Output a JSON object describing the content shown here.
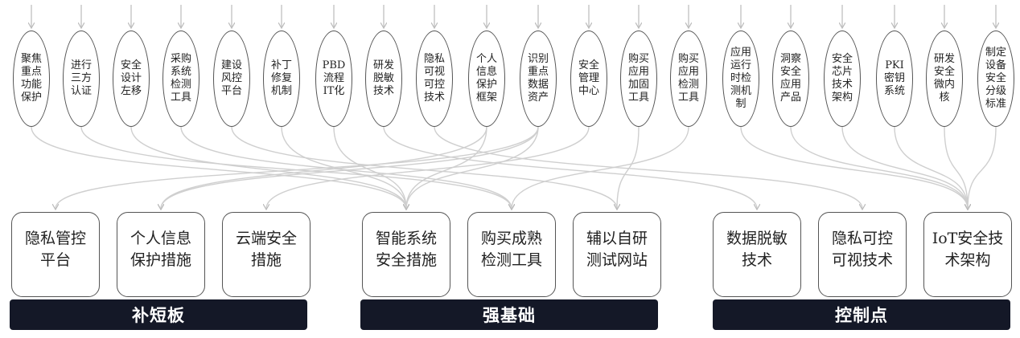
{
  "measures": [
    "聚焦重点功能保护",
    "进行三方认证",
    "安全设计左移",
    "采购系统检测工具",
    "建设风控平台",
    "补丁修复机制",
    "PBD流程IT化",
    "研发脱敏技术",
    "隐私可视可控技术",
    "个人信息保护框架",
    "识别重点数据资产",
    "安全管理中心",
    "购买应用加固工具",
    "购买应用检测工具",
    "应用运行时检测机制",
    "洞察安全应用产品",
    "安全芯片技术架构",
    "PKI密钥系统",
    "研发安全微内核",
    "制定设备安全分级标准"
  ],
  "capabilities": [
    "隐私管控平台",
    "个人信息保护措施",
    "云端安全措施",
    "智能系统安全措施",
    "购买成熟检测工具",
    "辅以自研测试网站",
    "数据脱敏技术",
    "隐私可控可视技术",
    "IoT安全技术架构"
  ],
  "groups": [
    "补短板",
    "强基础",
    "控制点"
  ]
}
